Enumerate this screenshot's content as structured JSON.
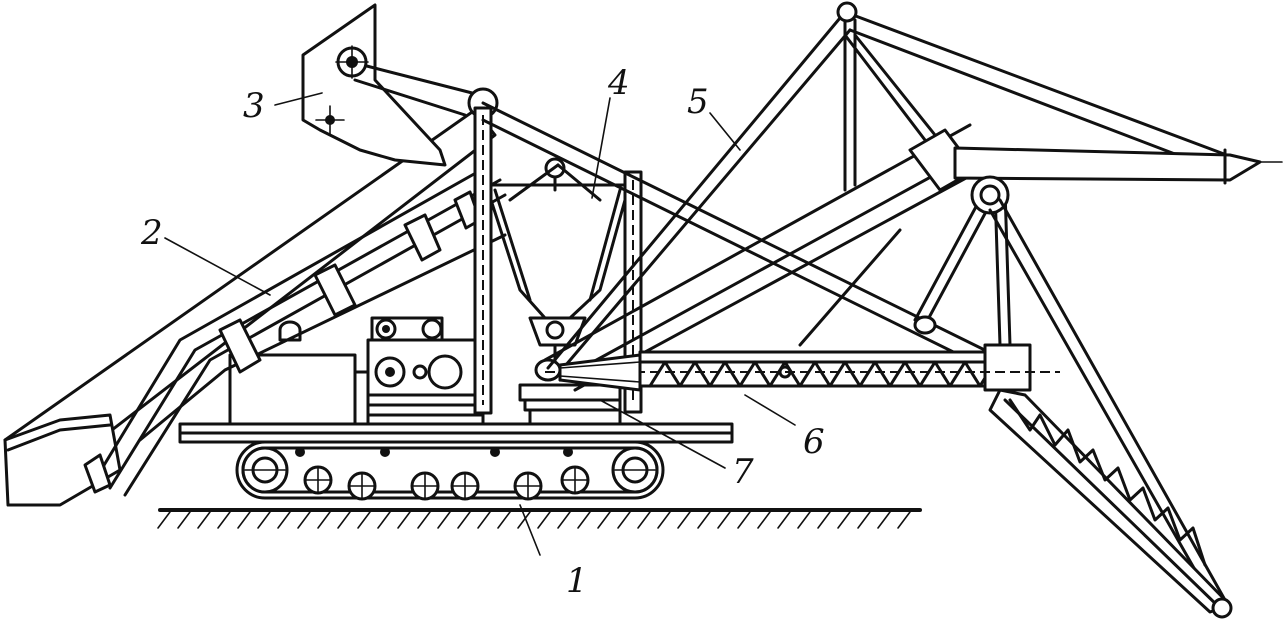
{
  "labels": {
    "l1": "1",
    "l2": "2",
    "l3": "3",
    "l4": "4",
    "l5": "5",
    "l6": "6",
    "l7": "7"
  }
}
